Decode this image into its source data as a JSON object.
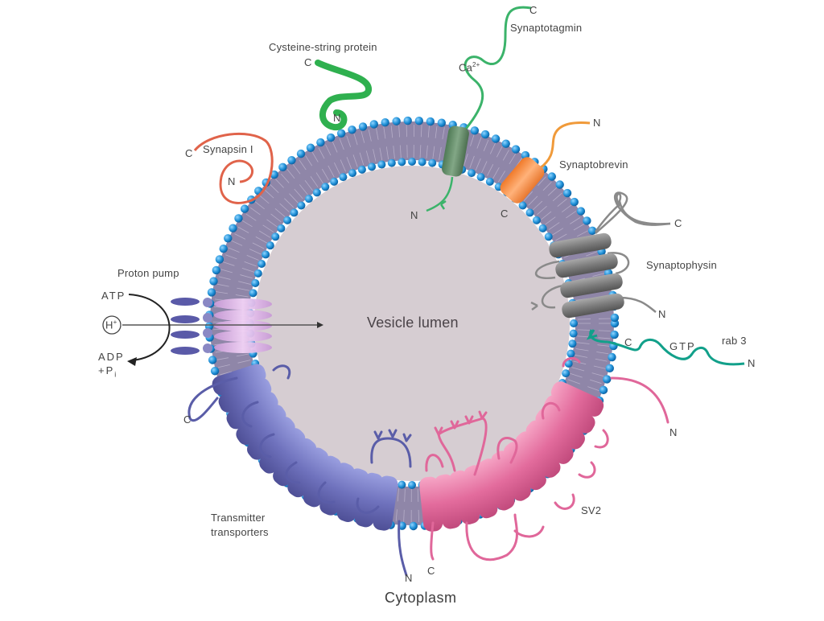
{
  "diagram": {
    "regions": {
      "lumen": "Vesicle lumen",
      "cytoplasm": "Cytoplasm"
    },
    "proteins": {
      "cysteine_string": {
        "name": "Cysteine-string protein",
        "c": "C",
        "n": "N",
        "color": "#2fb04f"
      },
      "synaptotagmin": {
        "name": "Synaptotagmin",
        "c": "C",
        "n": "N",
        "ion": "Ca",
        "ion_charge": "2+",
        "color": "#3bb36a"
      },
      "synapsin": {
        "name": "Synapsin I",
        "c": "C",
        "n": "N",
        "color": "#e0634a"
      },
      "synaptobrevin": {
        "name": "Synaptobrevin",
        "n": "N",
        "c": "C",
        "color": "#f08a3a"
      },
      "synaptophysin": {
        "name": "Synaptophysin",
        "c": "C",
        "n": "N",
        "color": "#7a7a7a"
      },
      "rab3": {
        "name": "rab 3",
        "c": "C",
        "n": "N",
        "gtp": "GTP",
        "color": "#12a08a"
      },
      "proton_pump": {
        "name": "Proton pump",
        "atp": "ATP",
        "proton": "H",
        "proton_charge": "+",
        "adp": "ADP",
        "pi": "+P",
        "pi_sub": "i",
        "color": "#5a5aa8"
      },
      "transporters": {
        "name_line1": "Transmitter",
        "name_line2": "transporters",
        "c": "C",
        "n": "N",
        "color": "#6c6fb5"
      },
      "sv2": {
        "name": "SV2",
        "n": "N",
        "c": "C",
        "color": "#e0679a"
      }
    },
    "colors": {
      "lumen": "#d6cdd2",
      "membrane": "#8f86a8",
      "headgroup": "#1e8fd6"
    }
  }
}
